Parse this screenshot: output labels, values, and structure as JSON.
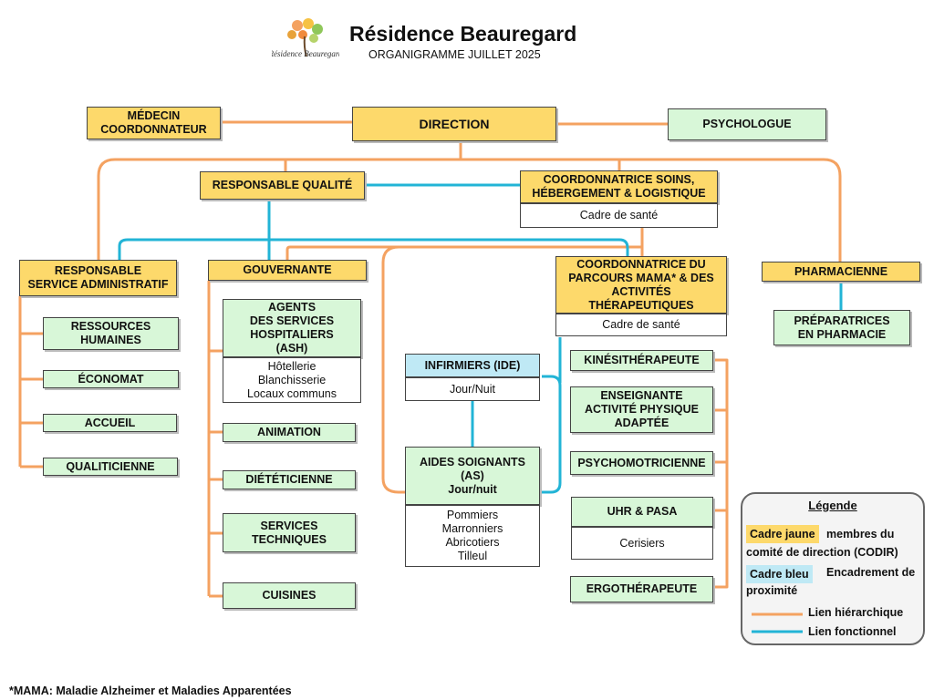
{
  "header": {
    "title": "Résidence Beauregard",
    "subtitle": "ORGANIGRAMME JUILLET 2025",
    "logo_text": "Résidence Beauregard"
  },
  "boxes": {
    "medecin": "MÉDECIN\nCOORDONNATEUR",
    "direction": "DIRECTION",
    "psychologue": "PSYCHOLOGUE",
    "responsable_qualite": "RESPONSABLE QUALITÉ",
    "coord_soins": "COORDONNATRICE SOINS,\nHÉBERGEMENT & LOGISTIQUE",
    "coord_soins_sub": "Cadre de santé",
    "resp_admin": "RESPONSABLE\nSERVICE ADMINISTRATIF",
    "gouvernante": "GOUVERNANTE",
    "coord_mama": "COORDONNATRICE DU\nPARCOURS MAMA* & DES\nACTIVITÉS\nTHÉRAPEUTIQUES",
    "coord_mama_sub": "Cadre de santé",
    "pharmacienne": "PHARMACIENNE",
    "preparatrices": "PRÉPARATRICES\nEN PHARMACIE",
    "rh": "RESSOURCES\nHUMAINES",
    "economat": "ÉCONOMAT",
    "accueil": "ACCUEIL",
    "qualiticienne": "QUALITICIENNE",
    "ash": "AGENTS\nDES SERVICES\nHOSPITALIERS\n(ASH)",
    "ash_sub": "Hôtellerie\nBlanchisserie\nLocaux communs",
    "animation": "ANIMATION",
    "dieteticienne": "DIÉTÉTICIENNE",
    "services_techniques": "SERVICES\nTECHNIQUES",
    "cuisines": "CUISINES",
    "ide": "INFIRMIERS (IDE)",
    "ide_sub": "Jour/Nuit",
    "as": "AIDES SOIGNANTS\n(AS)\nJour/nuit",
    "as_sub": "Pommiers\nMarronniers\nAbricotiers\nTilleul",
    "kine": "KINÉSITHÉRAPEUTE",
    "apa": "ENSEIGNANTE\nACTIVITÉ PHYSIQUE\nADAPTÉE",
    "psychomot": "PSYCHOMOTRICIENNE",
    "uhr": "UHR & PASA",
    "uhr_sub": "Cerisiers",
    "ergo": "ERGOTHÉRAPEUTE"
  },
  "legend": {
    "title": "Légende",
    "yellow_chip": "Cadre jaune",
    "yellow_text": "membres du comité de direction (CODIR)",
    "blue_chip": "Cadre bleu",
    "blue_text": "Encadrement de proximité",
    "hier_label": "Lien hiérarchique",
    "func_label": "Lien fonctionnel"
  },
  "footnote": "*MAMA: Maladie Alzheimer et Maladies Apparentées",
  "colors": {
    "hierarchical": "#f4a261",
    "functional": "#22b4d6",
    "cadre_jaune": "#fdd96b",
    "cadre_bleu": "#bfe9f5",
    "service": "#d8f7d8"
  }
}
